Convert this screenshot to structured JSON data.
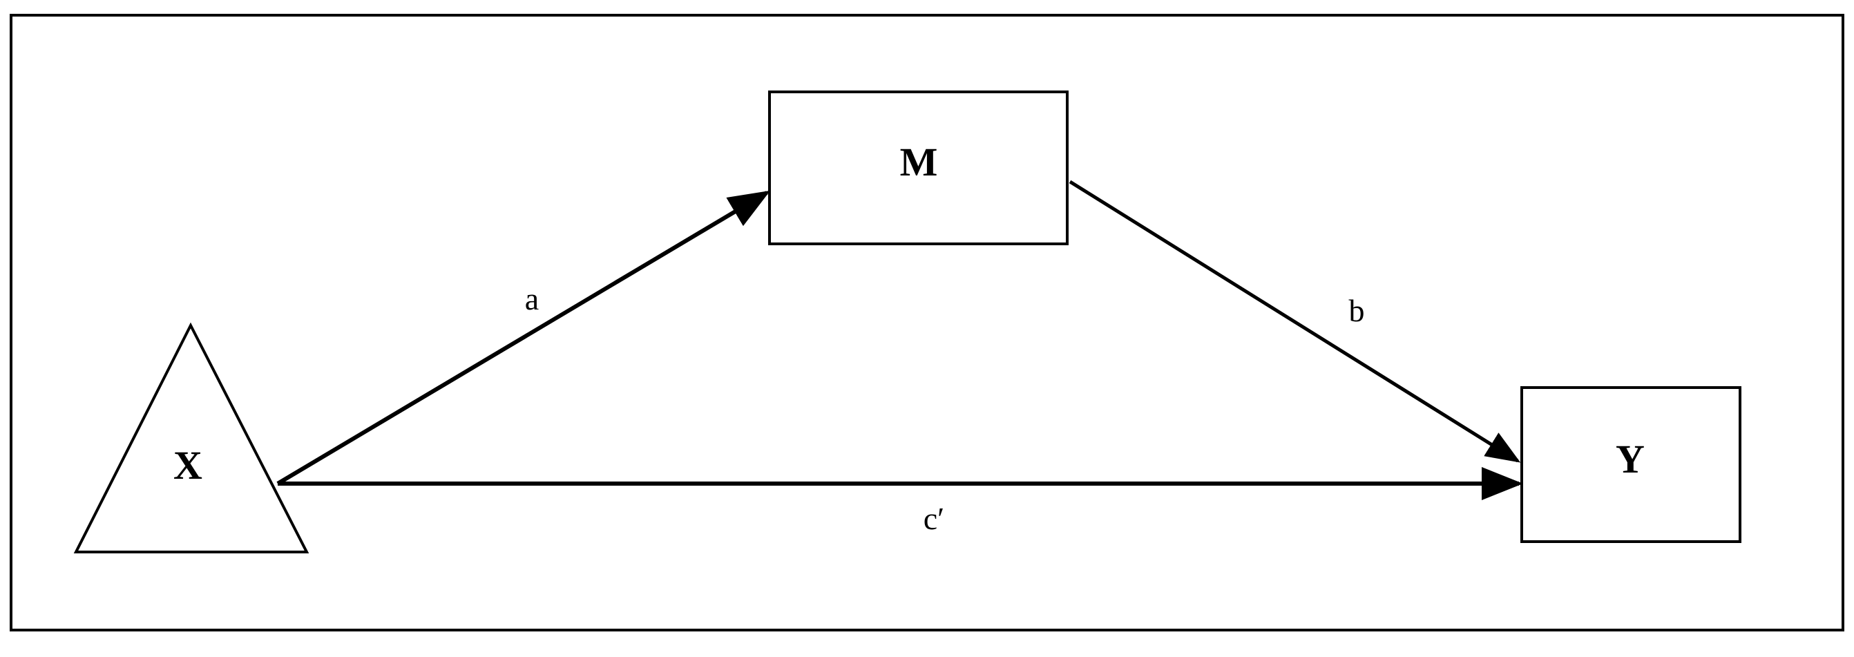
{
  "diagram": {
    "type": "mediation-model",
    "nodes": {
      "x": {
        "label": "X",
        "shape": "triangle"
      },
      "m": {
        "label": "M",
        "shape": "rectangle"
      },
      "y": {
        "label": "Y",
        "shape": "rectangle"
      }
    },
    "paths": {
      "a": {
        "label": "a",
        "from": "X",
        "to": "M"
      },
      "b": {
        "label": "b",
        "from": "M",
        "to": "Y"
      },
      "c_prime": {
        "label": "c′",
        "from": "X",
        "to": "Y"
      }
    }
  },
  "colors": {
    "stroke": "#000000",
    "background": "#ffffff"
  }
}
